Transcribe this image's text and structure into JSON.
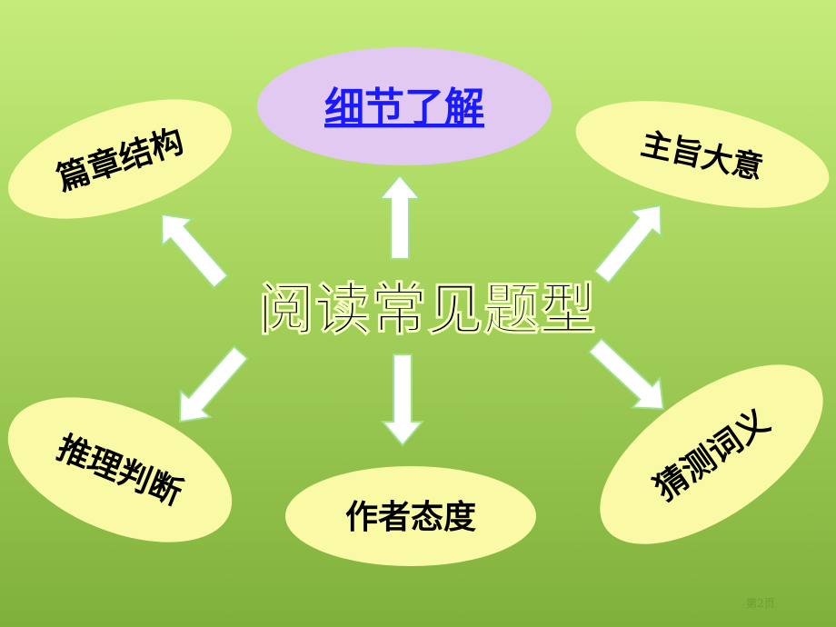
{
  "center_title": "阅读常见题型",
  "nodes": {
    "top": "细节了解",
    "top_left": "篇章结构",
    "top_right": "主旨大意",
    "bottom_left": "推理判断",
    "bottom": "作者态度",
    "bottom_right": "猜测词义"
  },
  "page_label": "第2页",
  "colors": {
    "node_fill": "#fafaa6",
    "highlight_fill": "#e1c9f2",
    "highlight_text": "#1a1aff",
    "arrow_fill": "#ffffff",
    "arrow_edge": "#9fe08a"
  }
}
